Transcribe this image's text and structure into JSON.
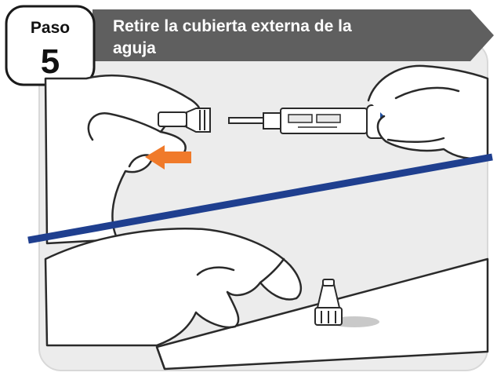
{
  "step": {
    "word": "Paso",
    "number": "5"
  },
  "instruction": {
    "line1": "Retire la cubierta externa de la",
    "line2": "aguja"
  },
  "colors": {
    "banner": "#5f5f5f",
    "divider": "#1f3f8f",
    "arrow": "#f07a2a",
    "pen_button": "#1f4fa0",
    "panel_bg": "#ececec",
    "skin": "#ffffff",
    "outline": "#2a2a2a"
  },
  "icons": {
    "direction_arrow": "arrow-left-icon",
    "pen": "insulin-pen-icon",
    "cap": "needle-cap-icon"
  }
}
